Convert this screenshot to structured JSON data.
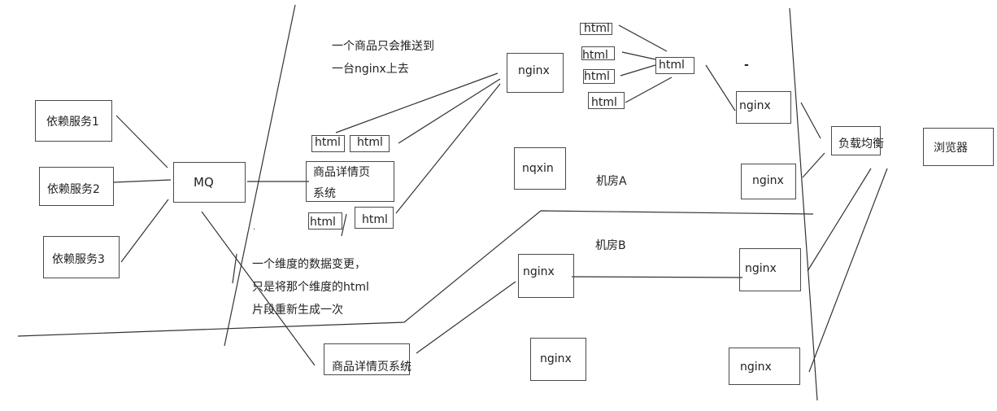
{
  "diagram": {
    "services": [
      {
        "label": "依赖服务1"
      },
      {
        "label": "依赖服务2"
      },
      {
        "label": "依赖服务3"
      }
    ],
    "mq": {
      "label": "MQ"
    },
    "detail_system_top": {
      "line1": "商品详情页",
      "line2": "系统"
    },
    "detail_system_bottom": {
      "label": "商品详情页系统"
    },
    "html_fragments_left": [
      "html",
      "html",
      "html",
      "html"
    ],
    "html_fragments_top": [
      "html",
      "html",
      "html",
      "html"
    ],
    "html_merged": {
      "label": "html"
    },
    "nginx_nodes": {
      "top_center": "nginx",
      "room_a_misspelled": "nqxin",
      "right_top": "nginx",
      "right_second": "nginx",
      "room_b_left": "nginx",
      "room_b_right": "nginx",
      "bottom_center": "nginx",
      "bottom_right": "nginx"
    },
    "load_balancer": {
      "label": "负载均衡"
    },
    "browser": {
      "label": "浏览器"
    },
    "room_labels": {
      "a": "机房A",
      "b": "机房B"
    },
    "notes": {
      "push_note": [
        "一个商品只会推送到",
        "一台nginx上去"
      ],
      "change_note": [
        "一个维度的数据变更，",
        "只是将那个维度的html",
        "片段重新生成一次"
      ]
    },
    "stray_marks": {
      "dash": "-",
      "dot": "."
    }
  }
}
